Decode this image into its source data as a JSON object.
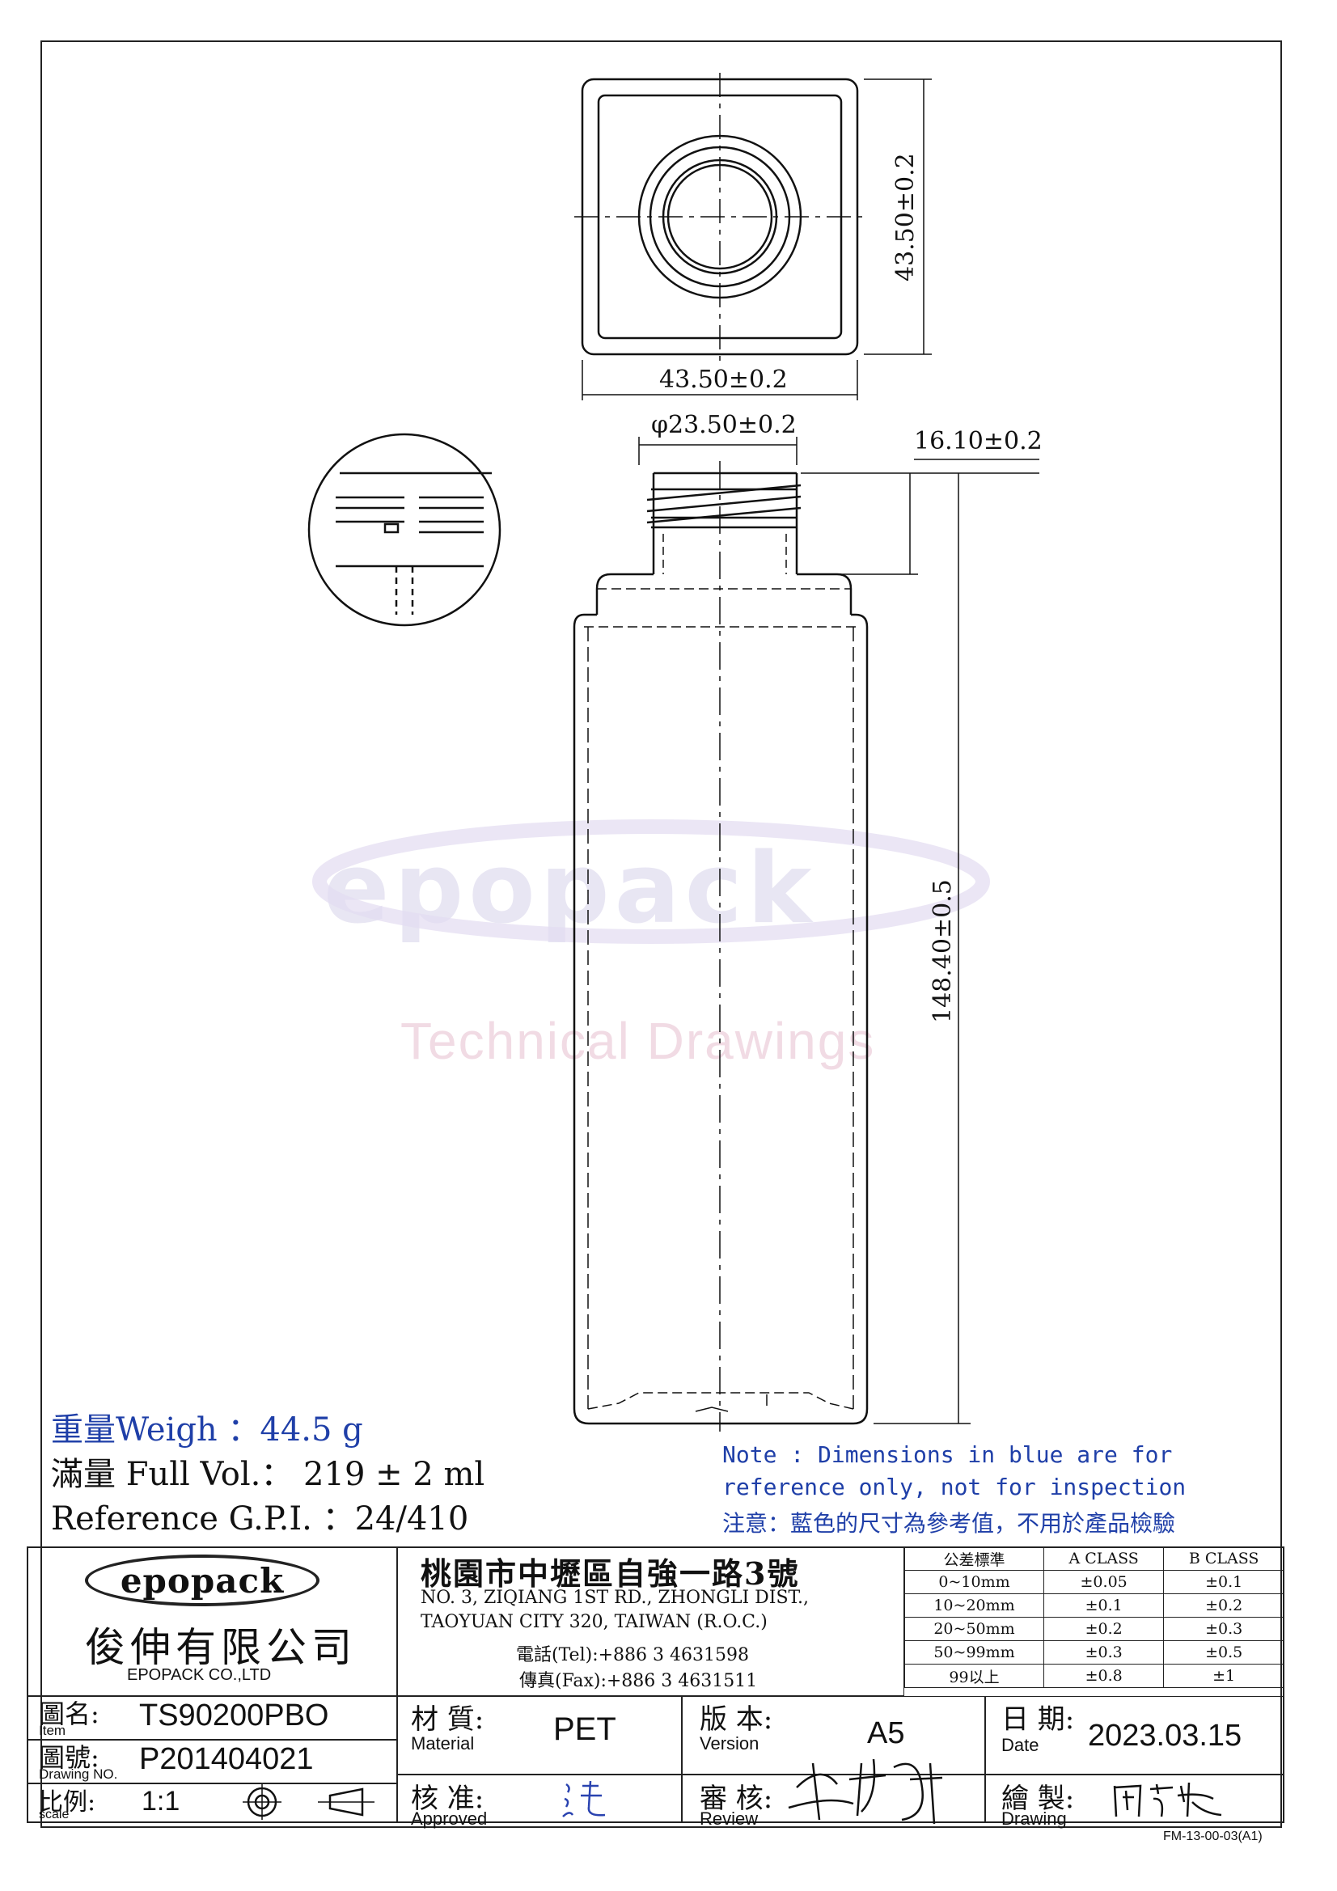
{
  "watermark": {
    "brand": "epopack",
    "caption": "Technical Drawings"
  },
  "dimensions": {
    "top_width": "43.50±0.2",
    "top_depth": "43.50±0.2",
    "neck_diameter": "φ23.50±0.2",
    "neck_height": "16.10±0.2",
    "total_height": "148.40±0.5"
  },
  "specs": {
    "weight": "重量Weigh ：44.5 g",
    "full_volume": "滿量 Full Vol.：  219 ± 2 ml",
    "gpi": "Reference G.P.I. ：24/410"
  },
  "note": {
    "line1": "Note : Dimensions in blue are for",
    "line2": "reference only, not for inspection",
    "line3": "注意：藍色的尺寸為參考值，不用於產品檢驗"
  },
  "company": {
    "logo": "epopack",
    "name_zh": "俊伸有限公司",
    "name_en": "EPOPACK CO.,LTD",
    "address_zh": "桃園市中壢區自強一路3號",
    "address_en_1": "NO. 3, ZIQIANG 1ST RD., ZHONGLI DIST.,",
    "address_en_2": "TAOYUAN CITY 320, TAIWAN (R.O.C.)",
    "tel": "電話(Tel):+886 3 4631598",
    "fax": "傳真(Fax):+886 3 4631511"
  },
  "tolerance": {
    "headers": [
      "公差標準",
      "A CLASS",
      "B CLASS"
    ],
    "rows": [
      [
        "0~10mm",
        "±0.05",
        "±0.1"
      ],
      [
        "10~20mm",
        "±0.1",
        "±0.2"
      ],
      [
        "20~50mm",
        "±0.2",
        "±0.3"
      ],
      [
        "50~99mm",
        "±0.3",
        "±0.5"
      ],
      [
        "99以上",
        "±0.8",
        "±1"
      ]
    ]
  },
  "fields": {
    "item_label_zh": "圖名:",
    "item_label_en": "Item",
    "item_value": "TS90200PBO",
    "drawing_no_label_zh": "圖號:",
    "drawing_no_label_en": "Drawing NO.",
    "drawing_no_value": "P201404021",
    "scale_label_zh": "比例:",
    "scale_label_en": "scale",
    "scale_value": "1:1",
    "material_label_zh": "材 質:",
    "material_label_en": "Material",
    "material_value": "PET",
    "approved_label_zh": "核 准:",
    "approved_label_en": "Approved",
    "version_label_zh": "版 本:",
    "version_label_en": "Version",
    "version_value": "A5",
    "review_label_zh": "審 核:",
    "review_label_en": "Review",
    "date_label_zh": "日 期:",
    "date_label_en": "Date",
    "date_value": "2023.03.15",
    "drawing_label_zh": "繪 製:",
    "drawing_label_en": "Drawing"
  },
  "form_code": "FM-13-00-03(A1)"
}
